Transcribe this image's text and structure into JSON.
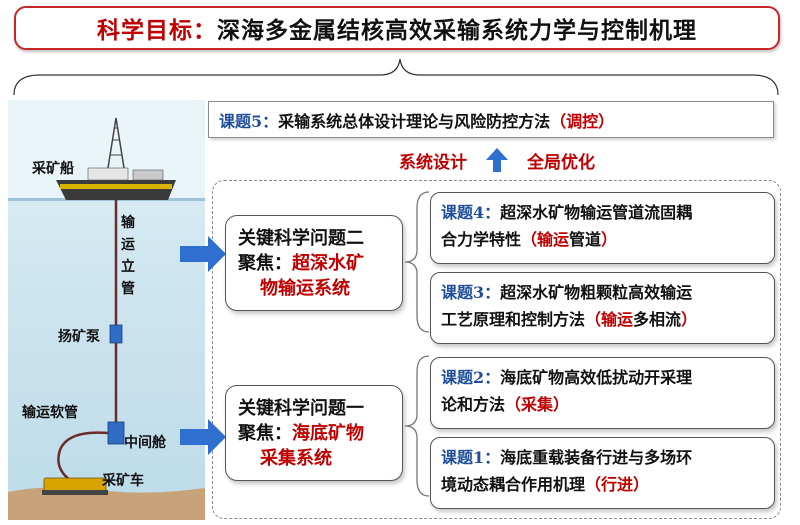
{
  "goal": {
    "prefix": "科学目标：",
    "text": "深海多金属结核高效采输系统力学与控制机理"
  },
  "illustration": {
    "ship_label": "采矿船",
    "riser_label": [
      "输",
      "运",
      "立",
      "管"
    ],
    "pump_label": "扬矿泵",
    "hose_label": "输运软管",
    "buffer_label": "中间舱",
    "vehicle_label": "采矿车"
  },
  "task5": {
    "code": "课题5：",
    "text": "采输系统总体设计理论与风险防控方法",
    "tag": "（调控）"
  },
  "middle": {
    "left": "系统设计",
    "right": "全局优化",
    "arrow_color": "#2e6fcf"
  },
  "issues": [
    {
      "line1": "关键科学问题二",
      "focus": "聚焦：",
      "focus_red": "超深水矿",
      "line3": "物输运系统"
    },
    {
      "line1": "关键科学问题一",
      "focus": "聚焦：",
      "focus_red": "海底矿物",
      "line3": "采集系统"
    }
  ],
  "tasks": [
    {
      "code": "课题4：",
      "text1": "超深水矿物输运管道流固耦",
      "text2": "合力学特性",
      "tag_open": "（",
      "tag": "输运",
      "tag_black": "管道",
      "tag_close": "）"
    },
    {
      "code": "课题3：",
      "text1": "超深水矿物粗颗粒高效输运",
      "text2": "工艺原理和控制方法",
      "tag_open": "（",
      "tag": "输运",
      "tag_black": "多相流",
      "tag_close": "）"
    },
    {
      "code": "课题2：",
      "text1": "海底矿物高效低扰动开采理",
      "text2": "论和方法",
      "tag": "（采集）"
    },
    {
      "code": "课题1：",
      "text1": "海底重载装备行进与多场环",
      "text2": "境动态耦合作用机理",
      "tag": "（行进）"
    }
  ],
  "colors": {
    "red": "#c00000",
    "blue": "#1f4e9c",
    "arrow_blue": "#2e6fcf"
  }
}
